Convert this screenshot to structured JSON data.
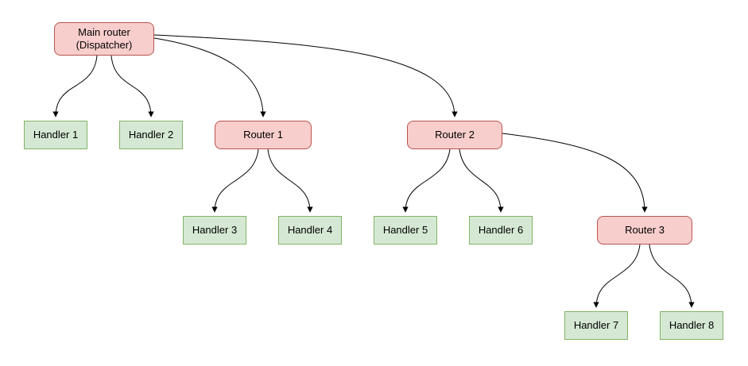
{
  "diagram": {
    "colors": {
      "router_fill": "#f8cecc",
      "router_border": "#b85450",
      "handler_fill": "#d5e8d4",
      "handler_border": "#82b366",
      "edge_color": "#000000"
    },
    "nodes": {
      "main_router": {
        "label": "Main router\n(Dispatcher)",
        "type": "router"
      },
      "handler1": {
        "label": "Handler 1",
        "type": "handler"
      },
      "handler2": {
        "label": "Handler 2",
        "type": "handler"
      },
      "router1": {
        "label": "Router 1",
        "type": "router"
      },
      "router2": {
        "label": "Router 2",
        "type": "router"
      },
      "handler3": {
        "label": "Handler 3",
        "type": "handler"
      },
      "handler4": {
        "label": "Handler 4",
        "type": "handler"
      },
      "handler5": {
        "label": "Handler 5",
        "type": "handler"
      },
      "handler6": {
        "label": "Handler 6",
        "type": "handler"
      },
      "router3": {
        "label": "Router 3",
        "type": "router"
      },
      "handler7": {
        "label": "Handler 7",
        "type": "handler"
      },
      "handler8": {
        "label": "Handler 8",
        "type": "handler"
      }
    },
    "edges": [
      {
        "from": "main_router",
        "to": "handler1"
      },
      {
        "from": "main_router",
        "to": "handler2"
      },
      {
        "from": "main_router",
        "to": "router1"
      },
      {
        "from": "main_router",
        "to": "router2"
      },
      {
        "from": "router1",
        "to": "handler3"
      },
      {
        "from": "router1",
        "to": "handler4"
      },
      {
        "from": "router2",
        "to": "handler5"
      },
      {
        "from": "router2",
        "to": "handler6"
      },
      {
        "from": "router2",
        "to": "router3"
      },
      {
        "from": "router3",
        "to": "handler7"
      },
      {
        "from": "router3",
        "to": "handler8"
      }
    ]
  }
}
